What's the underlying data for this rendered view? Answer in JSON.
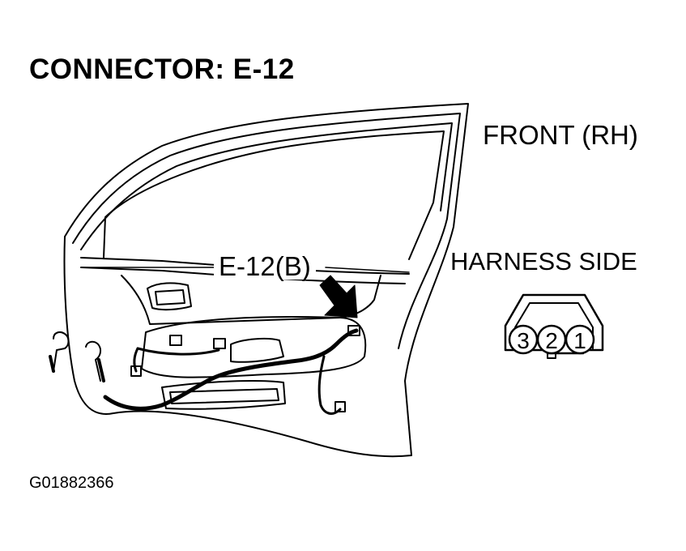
{
  "title": "CONNECTOR: E-12",
  "orientation_label": "FRONT (RH)",
  "view_label": "HARNESS SIDE",
  "callout_label": "E-12(B)",
  "figure_code": "G01882366",
  "connector": {
    "pins": [
      "3",
      "2",
      "1"
    ]
  },
  "colors": {
    "line": "#000000",
    "background": "#ffffff"
  }
}
